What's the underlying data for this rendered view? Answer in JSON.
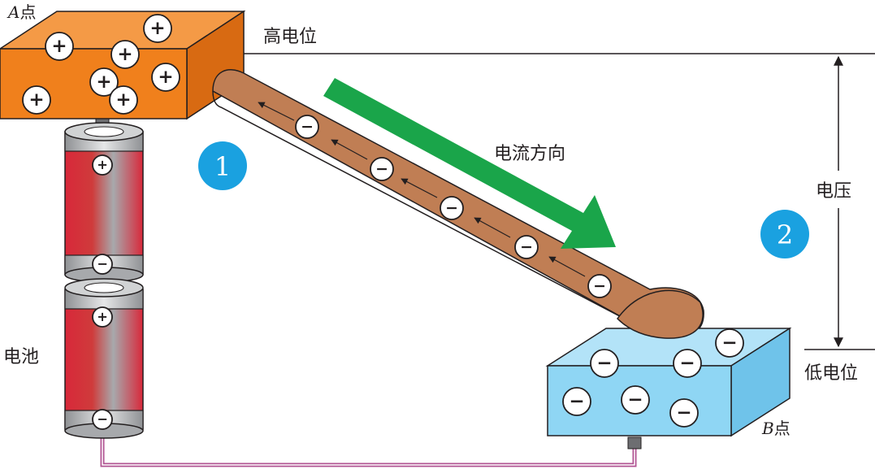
{
  "labels": {
    "point_a_letter": "A",
    "point_a_suffix": "点",
    "point_b_letter": "B",
    "point_b_suffix": "点",
    "high_potential": "高电位",
    "low_potential": "低电位",
    "voltage": "电压",
    "current_direction": "电流方向",
    "battery": "电池",
    "badge_1": "1",
    "badge_2": "2"
  },
  "signs": {
    "positive": "+",
    "negative": "−"
  },
  "colors": {
    "block_a": "#f0801c",
    "block_b": "#8fd6f4",
    "wire": "#c07e54",
    "arrow": "#1aa54a",
    "badge": "#1aa1e0",
    "lead_wire": "#b15593"
  }
}
